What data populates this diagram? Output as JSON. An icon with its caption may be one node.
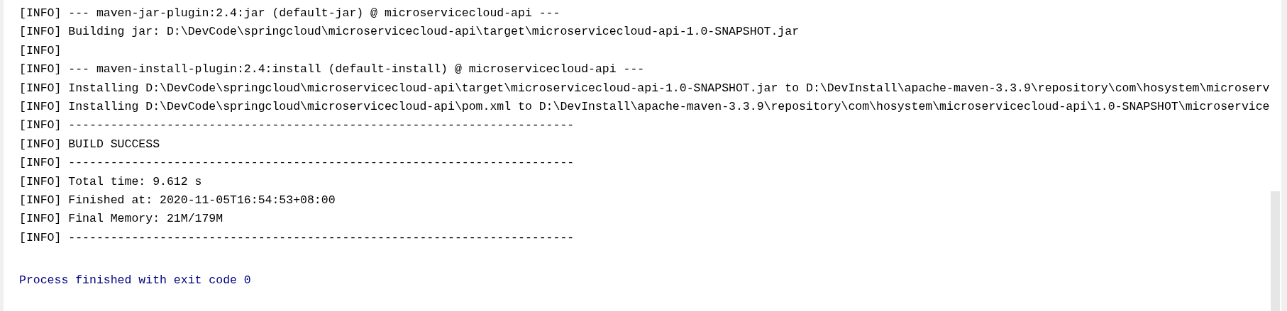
{
  "diagram": {
    "labels": [
      "[INFO] --- maven-jar-plugin:2.4:jar (default-jar) @ microservicecloud-api ---",
      "[INFO] Building jar: D:\\DevCode\\springcloud\\microservicecloud-api\\target\\microservicecloud-api-1.0-SNAPSHOT.jar",
      "[INFO]",
      "[INFO] --- maven-install-plugin:2.4:install (default-install) @ microservicecloud-api ---",
      "[INFO] Installing D:\\DevCode\\springcloud\\microservicecloud-api\\target\\microservicecloud-api-1.0-SNAPSHOT.jar to D:\\DevInstall\\apache-maven-3.3.9\\repository\\com\\hosystem\\microserv",
      "[INFO] Installing D:\\DevCode\\springcloud\\microservicecloud-api\\pom.xml to D:\\DevInstall\\apache-maven-3.3.9\\repository\\com\\hosystem\\microservicecloud-api\\1.0-SNAPSHOT\\microservice",
      "[INFO] ------------------------------------------------------------------------",
      "[INFO] BUILD SUCCESS",
      "[INFO] ------------------------------------------------------------------------",
      "[INFO] Total time: 9.612 s",
      "[INFO] Finished at: 2020-11-05T16:54:53+08:00",
      "[INFO] Final Memory: 21M/179M",
      "[INFO] ------------------------------------------------------------------------",
      "Process finished with exit code 0"
    ]
  }
}
